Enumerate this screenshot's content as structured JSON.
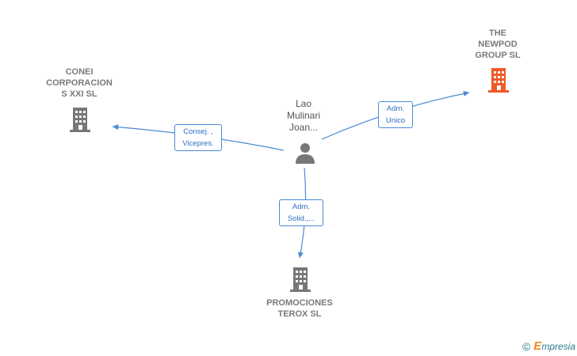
{
  "nodes": {
    "person": {
      "name": "Lao\nMulinari\nJoan..."
    },
    "conei": {
      "name": "CONEI\nCORPORACION\nS XXI SL"
    },
    "newpod": {
      "name": "THE\nNEWPOD\nGROUP SL"
    },
    "promociones": {
      "name": "PROMOCIONES\nTEROX SL"
    }
  },
  "edges": {
    "conei": "Consej. ,\nVicepres.",
    "newpod": "Adm.\nUnico",
    "promociones": "Adm.\nSolid.,..."
  },
  "colors": {
    "edge": "#4a8ad8",
    "building": "#777777",
    "highlight": "#f05a28"
  },
  "footer": {
    "copyright": "©",
    "brand_first": "E",
    "brand_rest": "mpresia"
  }
}
